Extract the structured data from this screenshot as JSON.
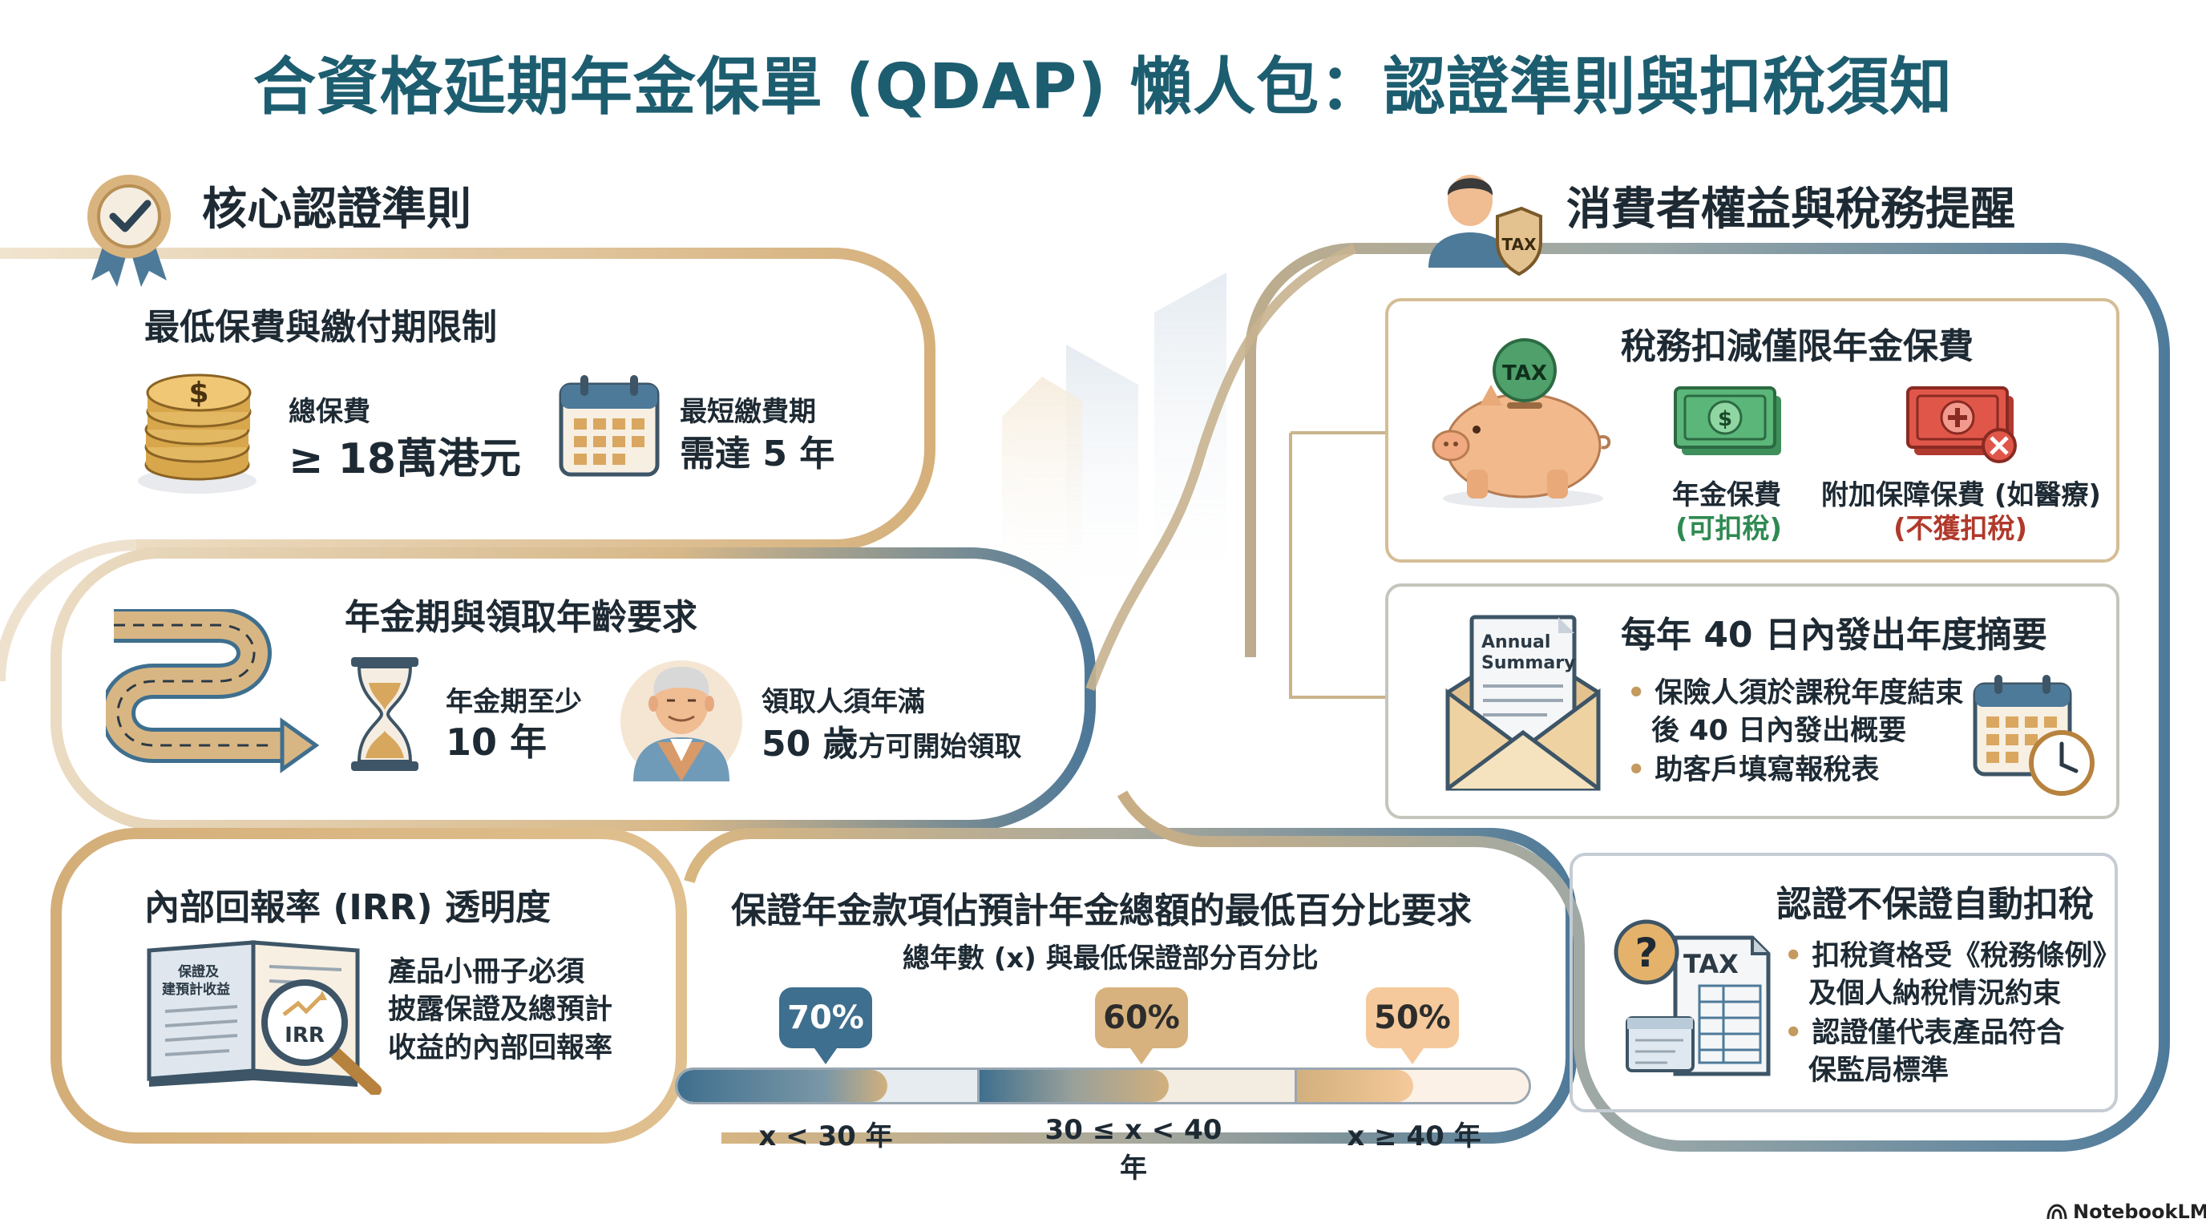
{
  "title": "合資格延期年金保單 (QDAP) 懶人包：認證準則與扣稅須知",
  "left_section": {
    "heading": "核心認證準則"
  },
  "right_section": {
    "heading": "消費者權益與稅務提醒"
  },
  "premium_card": {
    "title": "最低保費與繳付期限制",
    "premium_label": "總保費",
    "premium_value": "≥ 18萬港元",
    "period_label": "最短繳費期",
    "period_value": "需達 5 年"
  },
  "annuity_card": {
    "title": "年金期與領取年齡要求",
    "period_label": "年金期至少",
    "period_value": "10 年",
    "age_label": "領取人須年滿",
    "age_value_bold": "50 歲",
    "age_value_rest": "方可開始領取"
  },
  "irr_card": {
    "title": "內部回報率 (IRR) 透明度",
    "book_text_1": "保證及",
    "book_text_2": "建預計收益",
    "magnifier_text": "IRR",
    "description_lines": [
      "產品小冊子必須",
      "披露保證及總預計",
      "收益的內部回報率"
    ]
  },
  "guarantee_card": {
    "title": "保證年金款項佔預計年金總額的最低百分比要求",
    "subtitle": "總年數 (x) 與最低保證部分百分比",
    "segments": [
      {
        "percent": "70%",
        "label": "x < 30 年",
        "fill": 0.7
      },
      {
        "percent": "60%",
        "label": "30 ≤ x < 40 年",
        "fill": 0.6
      },
      {
        "percent": "50%",
        "label": "x ≥ 40 年",
        "fill": 0.5
      }
    ]
  },
  "tax_card": {
    "title": "稅務扣減僅限年金保費",
    "coin_text": "TAX",
    "item1_label": "年金保費",
    "item1_status": "(可扣稅)",
    "item2_label": "附加保障保費 (如醫療)",
    "item2_status": "(不獲扣稅)"
  },
  "summary_card": {
    "title": "每年 40 日內發出年度摘要",
    "letter_text_1": "Annual",
    "letter_text_2": "Summary",
    "bullet1_line1": "保險人須於課稅年度結束",
    "bullet1_line2": "後 40 日內發出概要",
    "bullet2": "助客戶填寫報稅表"
  },
  "cert_card": {
    "title": "認證不保證自動扣稅",
    "doc_text": "TAX",
    "bullet1_line1": "扣稅資格受《稅務條例》",
    "bullet1_line2": "及個人納稅情況約束",
    "bullet2_line1": "認證僅代表產品符合",
    "bullet2_line2": "保監局標準"
  },
  "person_badge_text": "TAX",
  "brand": "NotebookLM",
  "colors": {
    "title": "#1d5d70",
    "gold": "#d3ad74",
    "blue": "#4b7796",
    "green": "#2f8a52",
    "red": "#b0392b"
  }
}
